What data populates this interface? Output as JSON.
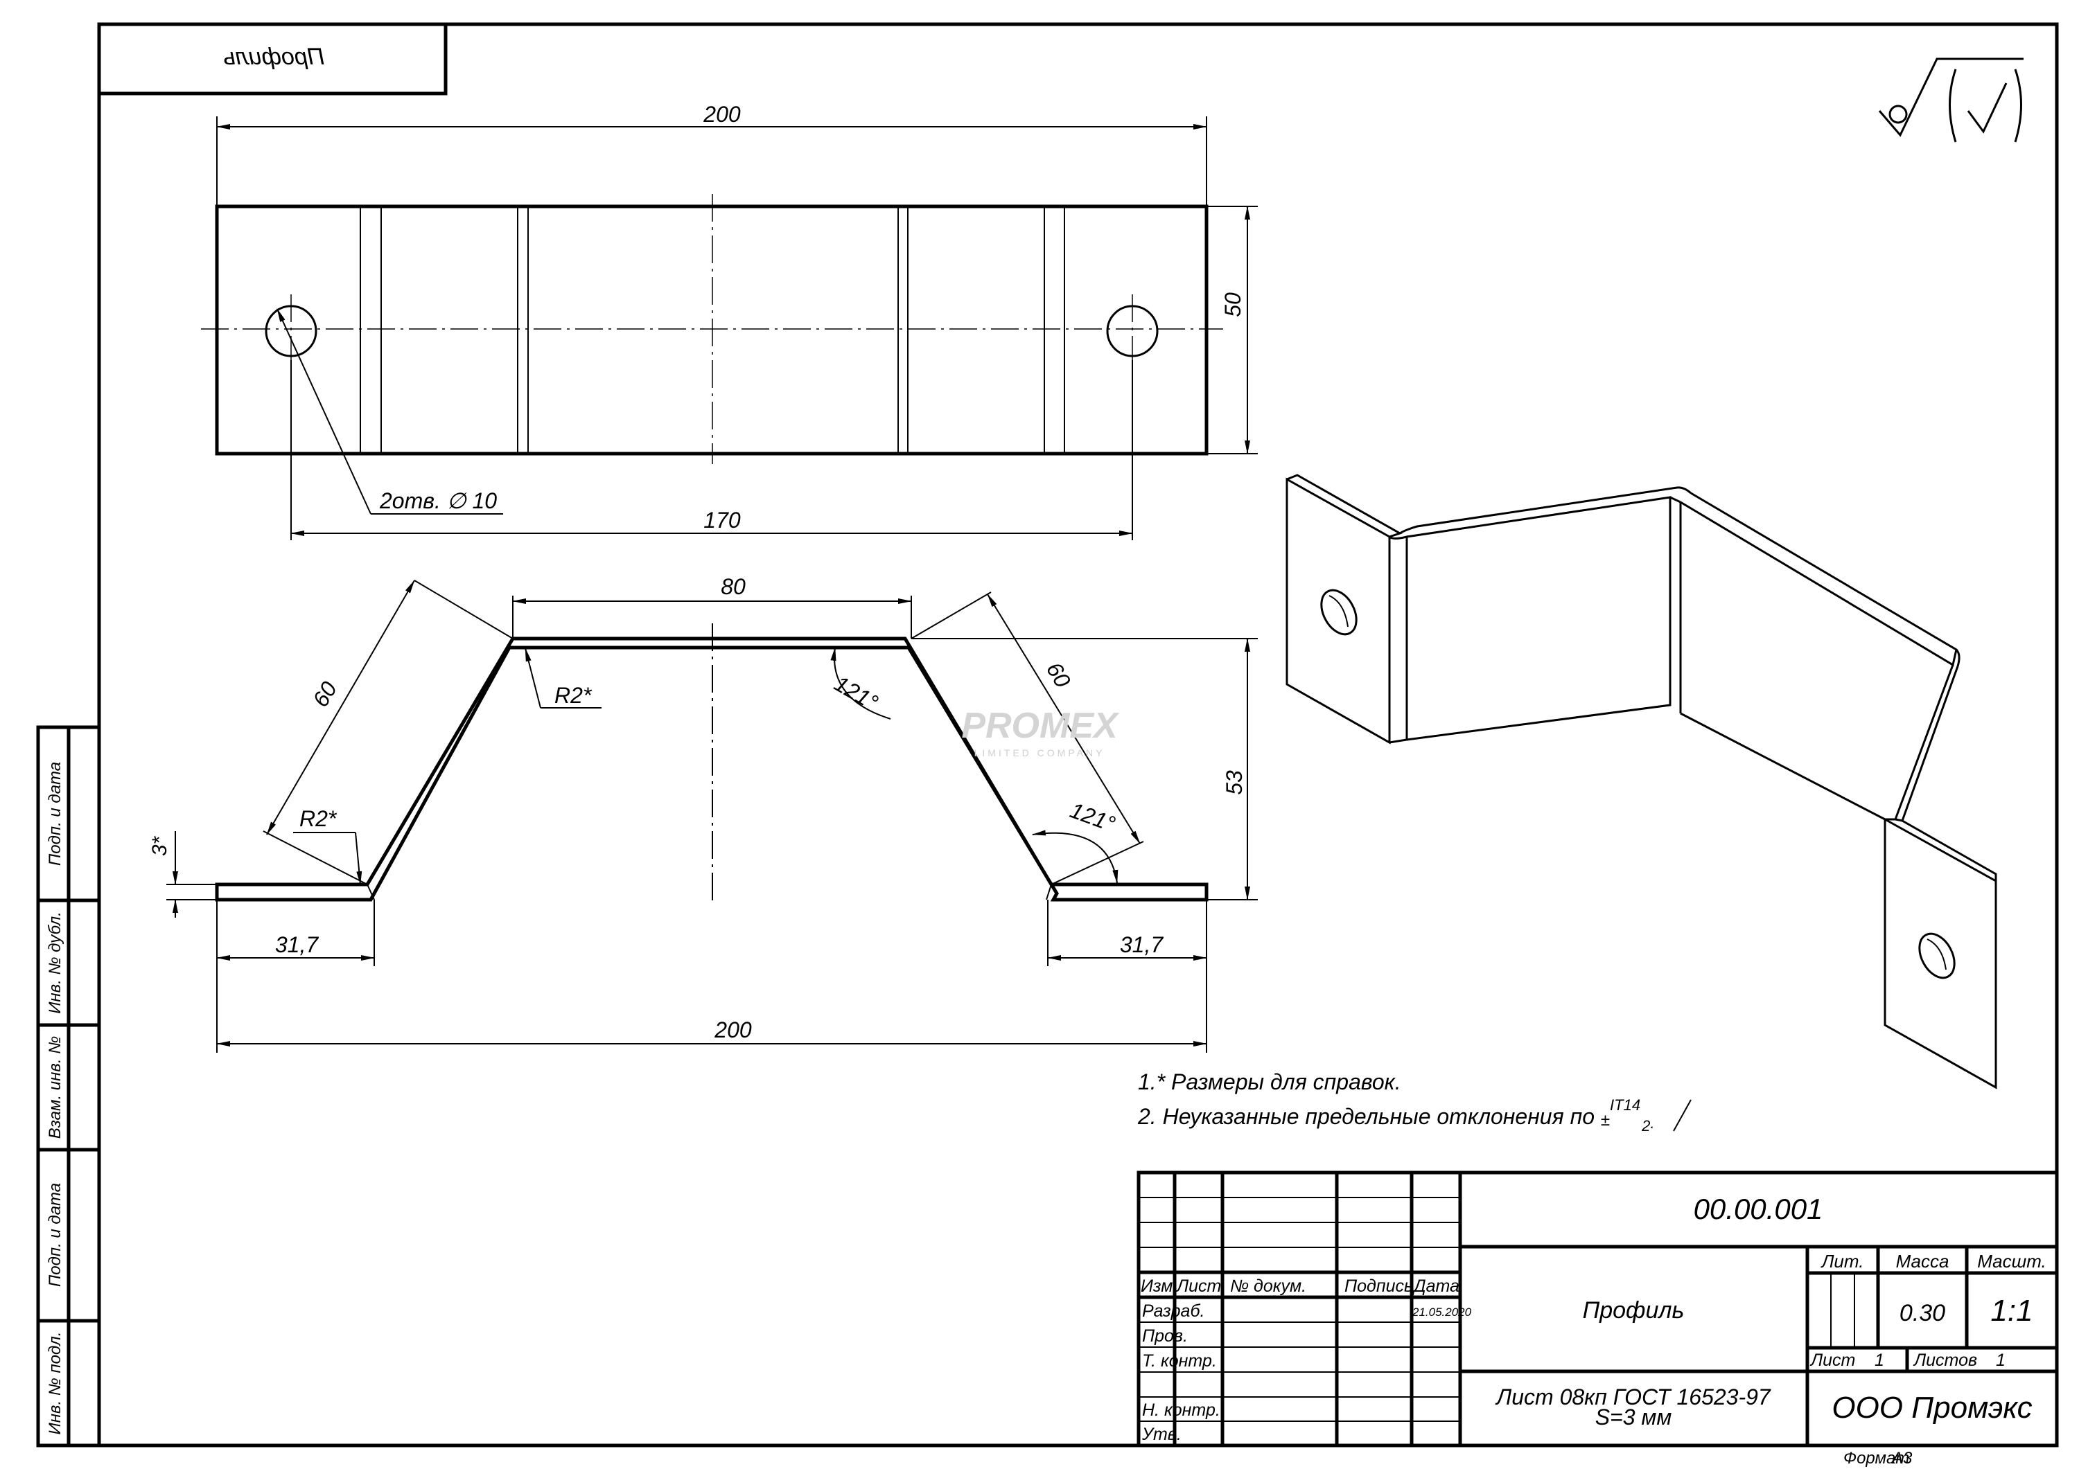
{
  "stamp_top_mirrored": "Профиль",
  "dims": {
    "width_top": "200",
    "height": "50",
    "holes": "2отв. ∅ 10",
    "hole_spacing": "170",
    "flat_80": "80",
    "leg_left_60": "60",
    "leg_right_60": "60",
    "radius_top": "R2*",
    "radius_bottom": "R2*",
    "angle_top": "121°",
    "angle_bottom": "121°",
    "height_53": "53",
    "thickness": "3*",
    "flange_left": "31,7",
    "flange_right": "31,7",
    "width_bottom": "200"
  },
  "notes": {
    "note1": "1.* Размеры для справок.",
    "note2_prefix": "2. Неуказанные предельные отклонения по ",
    "note2_pm": "±",
    "note2_it": "IT14",
    "note2_den": "2",
    "note2_dot": "."
  },
  "watermark": {
    "brand": "PROMEX",
    "sub": "LIMITED COMPANY"
  },
  "side_strip": [
    "Подп. и дата",
    "Инв. № дубл.",
    "Взам. инв. №",
    "Подп. и дата",
    "Инв. № подл."
  ],
  "title_block": {
    "designation": "00.00.001",
    "name": "Профиль",
    "material_line1": "Лист 08кп ГОСТ 16523-97",
    "material_line2": "S=3 мм",
    "company": "ООО Промэкс",
    "col_headers": [
      "Изм",
      "Лист",
      "№ докум.",
      "Подпись",
      "Дата"
    ],
    "rows": [
      "Разраб.",
      "Пров.",
      "Т. контр.",
      "",
      "Н. контр.",
      "Утв."
    ],
    "date": "21.05.2020",
    "lit_label": "Лит.",
    "mass_label": "Масса",
    "scale_label": "Масшт.",
    "mass": "0.30",
    "scale": "1:1",
    "sheet_label": "Лист",
    "sheet_num": "1",
    "sheets_label": "Листов",
    "sheets_num": "1",
    "format_label": "Формат",
    "format": "А3"
  }
}
